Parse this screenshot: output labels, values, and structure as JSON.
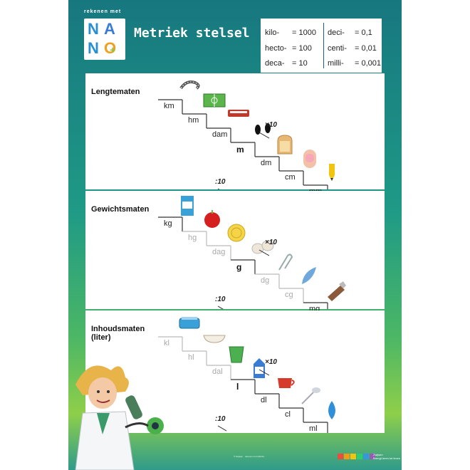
{
  "header": {
    "brand_small": "rekenen met",
    "logo_letters": [
      "N",
      "A",
      "N",
      "O"
    ],
    "logo_plus": "+",
    "title": "Metriek stelsel"
  },
  "prefixes": {
    "left": [
      {
        "name": "kilo-",
        "value": "= 1000"
      },
      {
        "name": "hecto-",
        "value": "= 100"
      },
      {
        "name": "deca-",
        "value": "= 10"
      }
    ],
    "right": [
      {
        "name": "deci-",
        "value": "= 0,1"
      },
      {
        "name": "centi-",
        "value": "= 0,01"
      },
      {
        "name": "milli-",
        "value": "= 0,001"
      }
    ]
  },
  "sections": [
    {
      "title": "Lengtematen",
      "units": [
        "km",
        "hm",
        "dam",
        "m",
        "dm",
        "cm",
        "mm"
      ],
      "base_index": 3,
      "dim_units": [],
      "multiply": "×10",
      "divide": ":10",
      "icons": [
        "road-icon",
        "football-field-icon",
        "tram-icon",
        "footsteps-icon",
        "toast-icon",
        "fingernail-icon",
        "pencil-tip-icon"
      ]
    },
    {
      "title": "Gewichtsmaten",
      "units": [
        "kg",
        "hg",
        "dag",
        "g",
        "dg",
        "cg",
        "mg"
      ],
      "base_index": 3,
      "dim_units": [
        1,
        2,
        4,
        5
      ],
      "multiply": "×10",
      "divide": ":10",
      "icons": [
        "sugar-box-icon",
        "apple-icon",
        "coin-icon",
        "pills-icon",
        "paperclip-icon",
        "feather-icon",
        "salt-shaker-icon"
      ]
    },
    {
      "title": "Inhoudsmaten\n(liter)",
      "units": [
        "kl",
        "hl",
        "dal",
        "l",
        "dl",
        "cl",
        "ml"
      ],
      "base_index": 3,
      "dim_units": [
        0,
        1,
        2
      ],
      "multiply": "×10",
      "divide": ":10",
      "icons": [
        "pool-icon",
        "bathtub-icon",
        "bucket-icon",
        "milk-carton-icon",
        "cup-icon",
        "spoon-icon",
        "water-drop-icon"
      ]
    }
  ],
  "footer": {
    "publisher": "Zwijsen",
    "publisher_sub": "Brengt leren tot leven"
  },
  "colors": {
    "logo_n": "#2a8fd0",
    "logo_a": "#3a7bd5",
    "logo_o": "#f0a020",
    "logo_plus": "#8cc63f",
    "stair": "#333333",
    "stair_dim": "#bbbbbb"
  }
}
